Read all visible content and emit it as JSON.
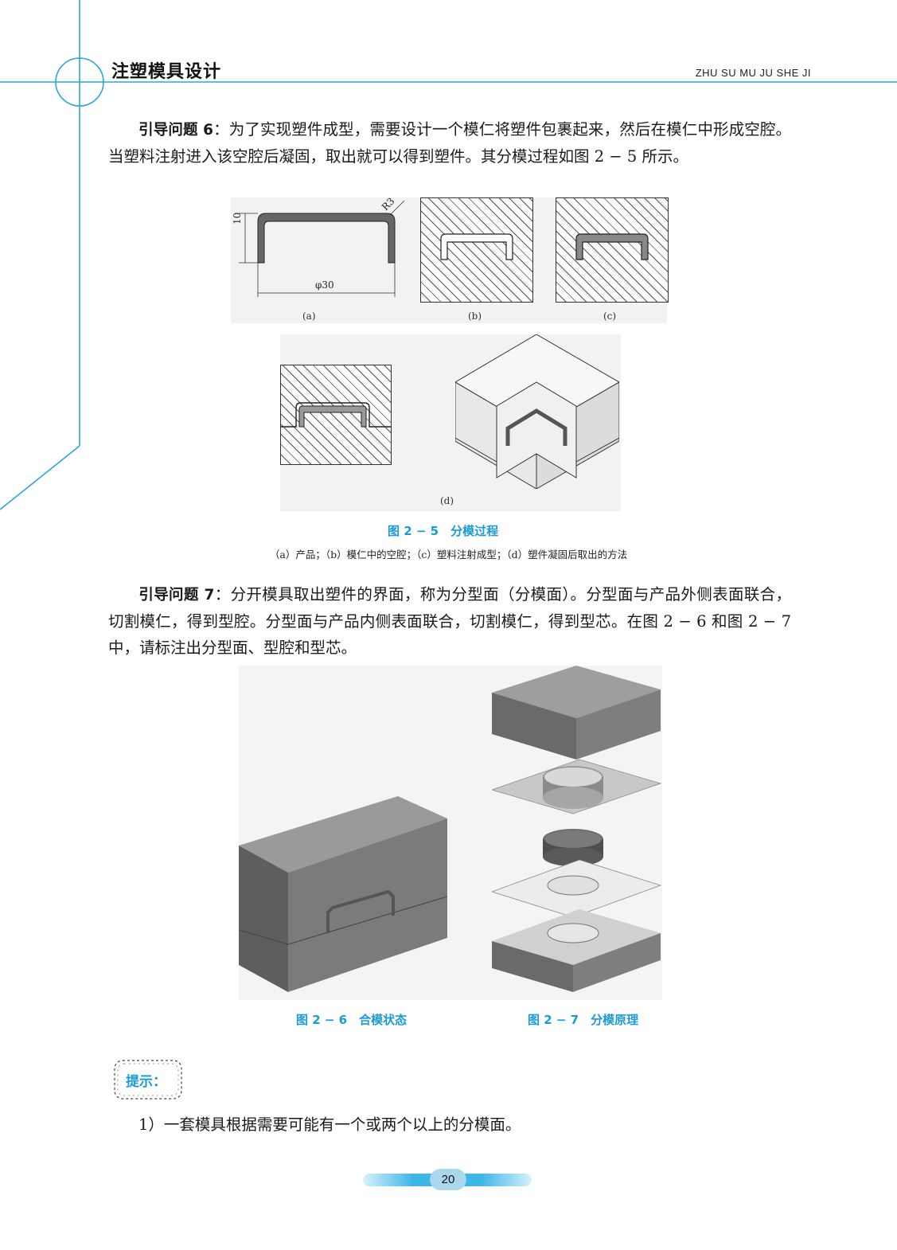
{
  "header": {
    "book_title": "注塑模具设计",
    "pinyin": "ZHU SU MU JU SHE JI"
  },
  "question6": {
    "lead": "引导问题 6",
    "text": "：为了实现塑件成型，需要设计一个模仁将塑件包裹起来，然后在模仁中形成空腔。当塑料注射进入该空腔后凝固，取出就可以得到塑件。其分模过程如图 2 − 5 所示。"
  },
  "figure25": {
    "labels": [
      "(a)",
      "(b)",
      "(c)",
      "(d)"
    ],
    "dim_r": "R3",
    "dim_h": "10",
    "dim_d": "φ30",
    "caption": "图 2 − 5　分模过程",
    "subcaption": "（a）产品；（b）模仁中的空腔；（c）塑料注射成型；（d）塑件凝固后取出的方法"
  },
  "question7": {
    "lead": "引导问题 7",
    "text": "：分开模具取出塑件的界面，称为分型面（分模面）。分型面与产品外侧表面联合，切割模仁，得到型腔。分型面与产品内侧表面联合，切割模仁，得到型芯。在图 2 − 6 和图 2 − 7 中，请标注出分型面、型腔和型芯。"
  },
  "figure26": {
    "caption": "图 2 − 6　合模状态"
  },
  "figure27": {
    "caption": "图 2 − 7　分模原理"
  },
  "tip": {
    "label": "提示：",
    "item1": "1）一套模具根据需要可能有一个或两个以上的分模面。"
  },
  "page_number": "20",
  "colors": {
    "accent": "#1a9ad6"
  }
}
